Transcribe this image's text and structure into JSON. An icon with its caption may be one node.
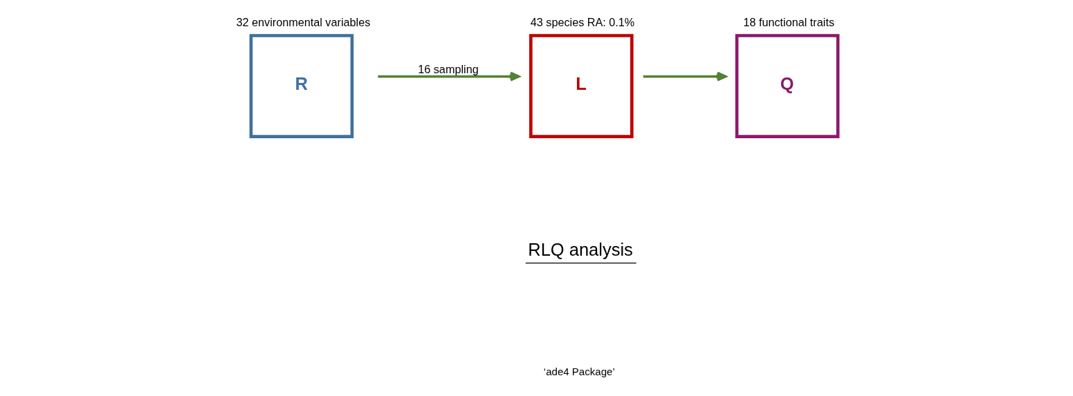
{
  "diagram": {
    "nodes": [
      {
        "text": [
          "32 environmental variables",
          "R"
        ]
      },
      {
        "text": [
          "43 species RA: 0.1%",
          "L"
        ]
      },
      {
        "text": [
          "18 functional traits",
          "Q"
        ]
      }
    ],
    "edges": [
      {
        "from": 0,
        "to": 1,
        "arrow": "to",
        "label": "16 sampling"
      },
      {
        "from": 1,
        "to": 2,
        "arrow": "to"
      }
    ],
    "labels": [
      "RLQ analysis",
      "‘ade4 Package’"
    ]
  }
}
